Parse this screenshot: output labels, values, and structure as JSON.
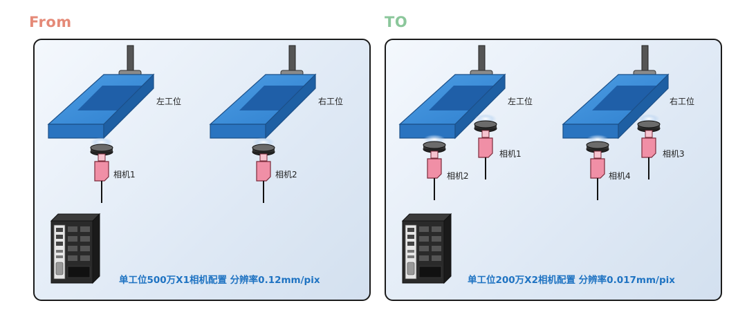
{
  "from": {
    "title": "From",
    "stations": [
      {
        "label": "左工位"
      },
      {
        "label": "右工位"
      }
    ],
    "cameras": [
      {
        "label": "相机1"
      },
      {
        "label": "相机2"
      }
    ],
    "config_text": "单工位500万X1相机配置  分辨率0.12mm/pix"
  },
  "to": {
    "title": "TO",
    "stations": [
      {
        "label": "左工位"
      },
      {
        "label": "右工位"
      }
    ],
    "cameras": [
      {
        "label": "相机1"
      },
      {
        "label": "相机2"
      },
      {
        "label": "相机3"
      },
      {
        "label": "相机4"
      }
    ],
    "config_text": "单工位200万X2相机配置  分辨率0.017mm/pix"
  },
  "colors": {
    "title_from": "#e58a78",
    "title_to": "#8bc79b",
    "config_text": "#1f73c2",
    "plate_blue": "#2e7fd0",
    "camera_pink": "#f08fa6"
  }
}
